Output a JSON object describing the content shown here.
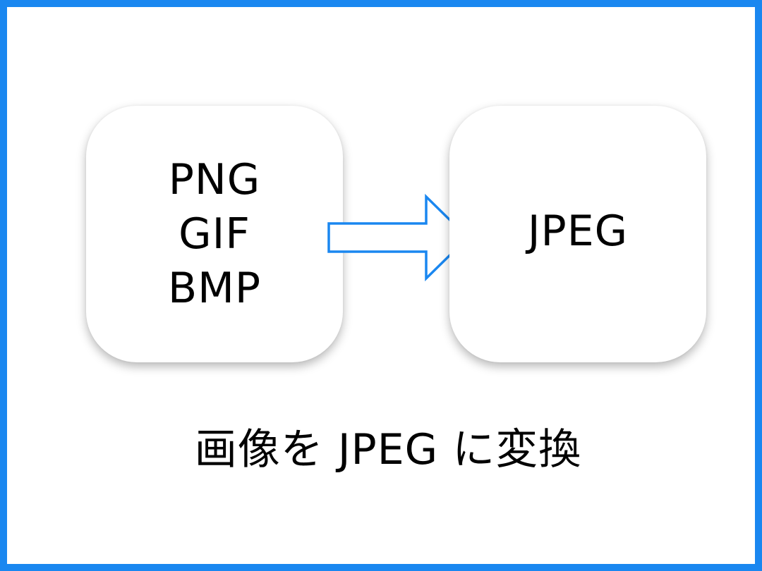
{
  "diagram": {
    "source_formats": [
      "PNG",
      "GIF",
      "BMP"
    ],
    "target_format": "JPEG",
    "caption": "画像を JPEG に変換",
    "colors": {
      "frame_border": "#1a87f0",
      "arrow_stroke": "#1a87f0",
      "box_fill": "#ffffff",
      "text": "#000000"
    },
    "icons": {
      "arrow": "right-arrow-outline-icon"
    }
  }
}
